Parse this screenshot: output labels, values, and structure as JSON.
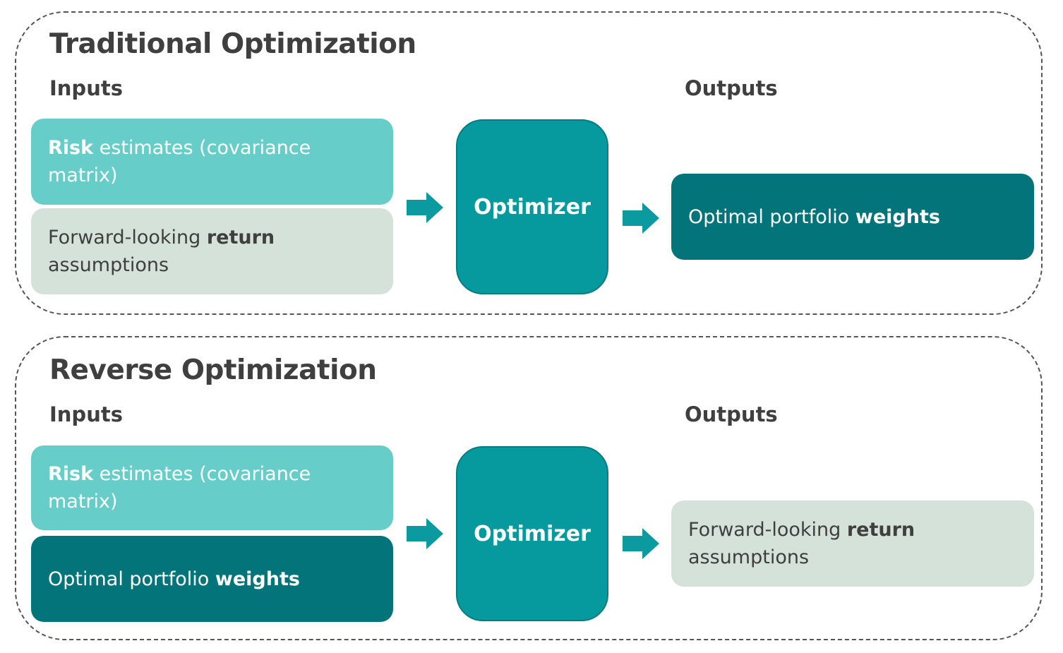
{
  "sections": [
    {
      "title": "Traditional Optimization",
      "inputs_label": "Inputs",
      "outputs_label": "Outputs",
      "inputs": [
        {
          "pre": "",
          "bold": "Risk",
          "post": " estimates (covariance matrix)",
          "style": "light-teal"
        },
        {
          "pre": "Forward-looking ",
          "bold": "return",
          "post": " assumptions",
          "style": "pale"
        }
      ],
      "optimizer": "Optimizer",
      "output": {
        "pre": "Optimal portfolio ",
        "bold": "weights",
        "post": "",
        "style": "dark-teal"
      }
    },
    {
      "title": "Reverse Optimization",
      "inputs_label": "Inputs",
      "outputs_label": "Outputs",
      "inputs": [
        {
          "pre": "",
          "bold": "Risk",
          "post": " estimates (covariance matrix)",
          "style": "light-teal"
        },
        {
          "pre": "Optimal portfolio ",
          "bold": "weights",
          "post": "",
          "style": "dark-teal"
        }
      ],
      "optimizer": "Optimizer",
      "output": {
        "pre": "Forward-looking ",
        "bold": "return",
        "post": " assumptions",
        "style": "pale"
      }
    }
  ],
  "colors": {
    "light_teal": "#66cdc8",
    "pale_green": "#d5e2da",
    "dark_teal": "#03757a",
    "optimizer": "#06999d",
    "arrow": "#0b9aa0",
    "text_dark": "#3f3f3f"
  }
}
